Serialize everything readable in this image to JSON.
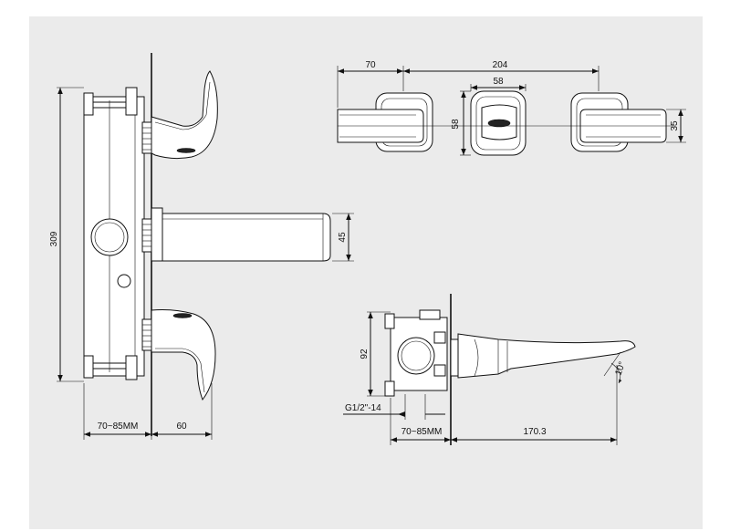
{
  "colors": {
    "background": "#ebebeb",
    "line": "#111111",
    "page": "#ffffff"
  },
  "dimensions": {
    "front_height": "309",
    "front_body_depth": "70~85MM",
    "front_handle_depth": "60",
    "spout_height": "45",
    "top_spacing_left": "70",
    "top_spacing_total": "204",
    "top_handle_width": "58",
    "top_handle_height": "58",
    "top_lever_height": "35",
    "side_height": "92",
    "side_thread": "G1/2\"-14",
    "side_body_depth": "70~85MM",
    "side_spout_length": "170.3",
    "side_angle": "10°"
  }
}
